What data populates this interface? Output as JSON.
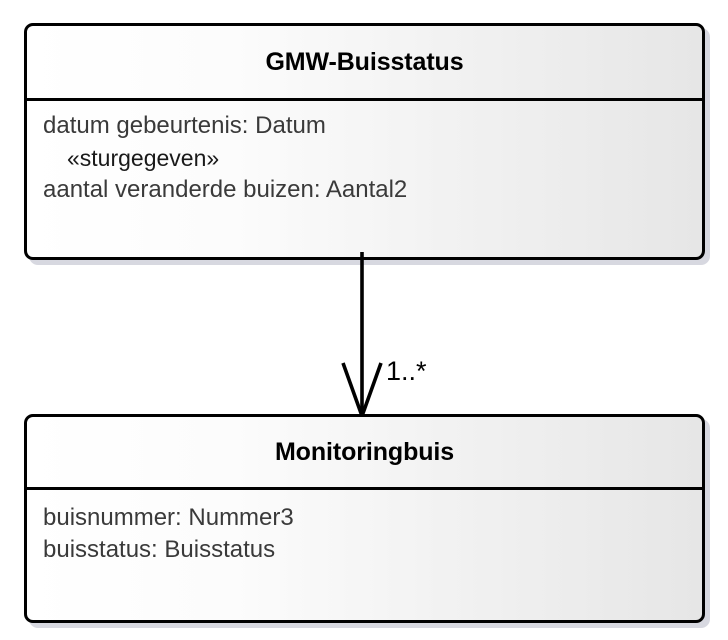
{
  "diagram": {
    "type": "uml-class-diagram",
    "classes": [
      {
        "id": "gmw-buisstatus",
        "name": "GMW-Buisstatus",
        "attributes": [
          {
            "text": "datum gebeurtenis: Datum",
            "kind": "attribute"
          },
          {
            "text": "«sturgegeven»",
            "kind": "stereotype"
          },
          {
            "text": "aantal veranderde buizen: Aantal2",
            "kind": "attribute"
          }
        ]
      },
      {
        "id": "monitoringbuis",
        "name": "Monitoringbuis",
        "attributes": [
          {
            "text": "buisnummer: Nummer3",
            "kind": "attribute"
          },
          {
            "text": "buisstatus: Buisstatus",
            "kind": "attribute"
          }
        ]
      }
    ],
    "relationships": [
      {
        "id": "assoc-gmw-to-monitoringbuis",
        "kind": "directed-association",
        "source": "GMW-Buisstatus",
        "target": "Monitoringbuis",
        "arrowhead": "open",
        "multiplicity_target": "1..*"
      }
    ],
    "colors": {
      "border": "#000000",
      "fill_light": "#ffffff",
      "fill_dark": "#e6e6e6",
      "shadow": "#bec0cd",
      "text": "#3a3a3a",
      "title_text": "#000000"
    }
  }
}
